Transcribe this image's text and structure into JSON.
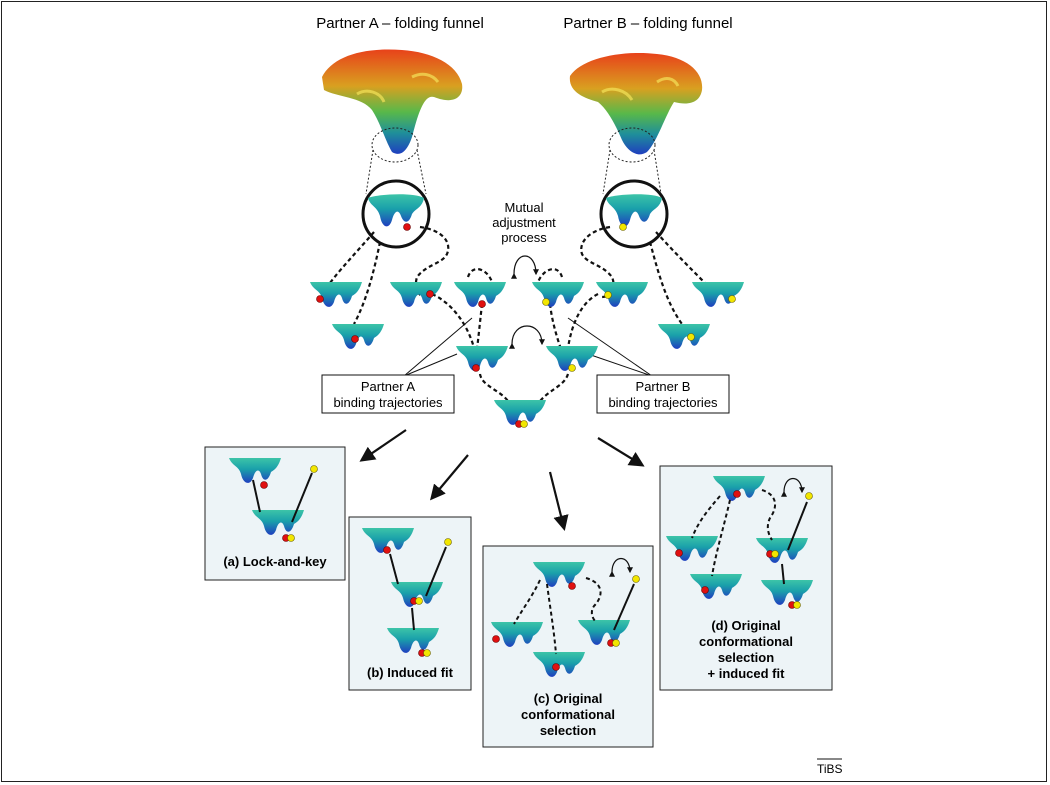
{
  "funnels": {
    "partner_a_title": "Partner A – folding funnel",
    "partner_b_title": "Partner B – folding funnel"
  },
  "mutual_adjustment": [
    "Mutual",
    "adjustment",
    "process"
  ],
  "binding_boxes": {
    "partner_a": [
      "Partner A",
      "binding trajectories"
    ],
    "partner_b": [
      "Partner B",
      "binding trajectories"
    ]
  },
  "panels": {
    "a": [
      "(a) Lock-and-key"
    ],
    "b": [
      "(b) Induced fit"
    ],
    "c": [
      "(c) Original",
      "conformational",
      "selection"
    ],
    "d": [
      "(d) Original",
      "conformational",
      "selection",
      "+ induced fit"
    ]
  },
  "credit": "TiBS",
  "colors": {
    "partner_a_ligand": "#e01010",
    "partner_b_ligand": "#f2e600",
    "panel_fill": "#edf4f7",
    "funnel_hot": "#e03a10",
    "funnel_mid": "#9acd32",
    "funnel_cold": "#1f3fbf"
  }
}
